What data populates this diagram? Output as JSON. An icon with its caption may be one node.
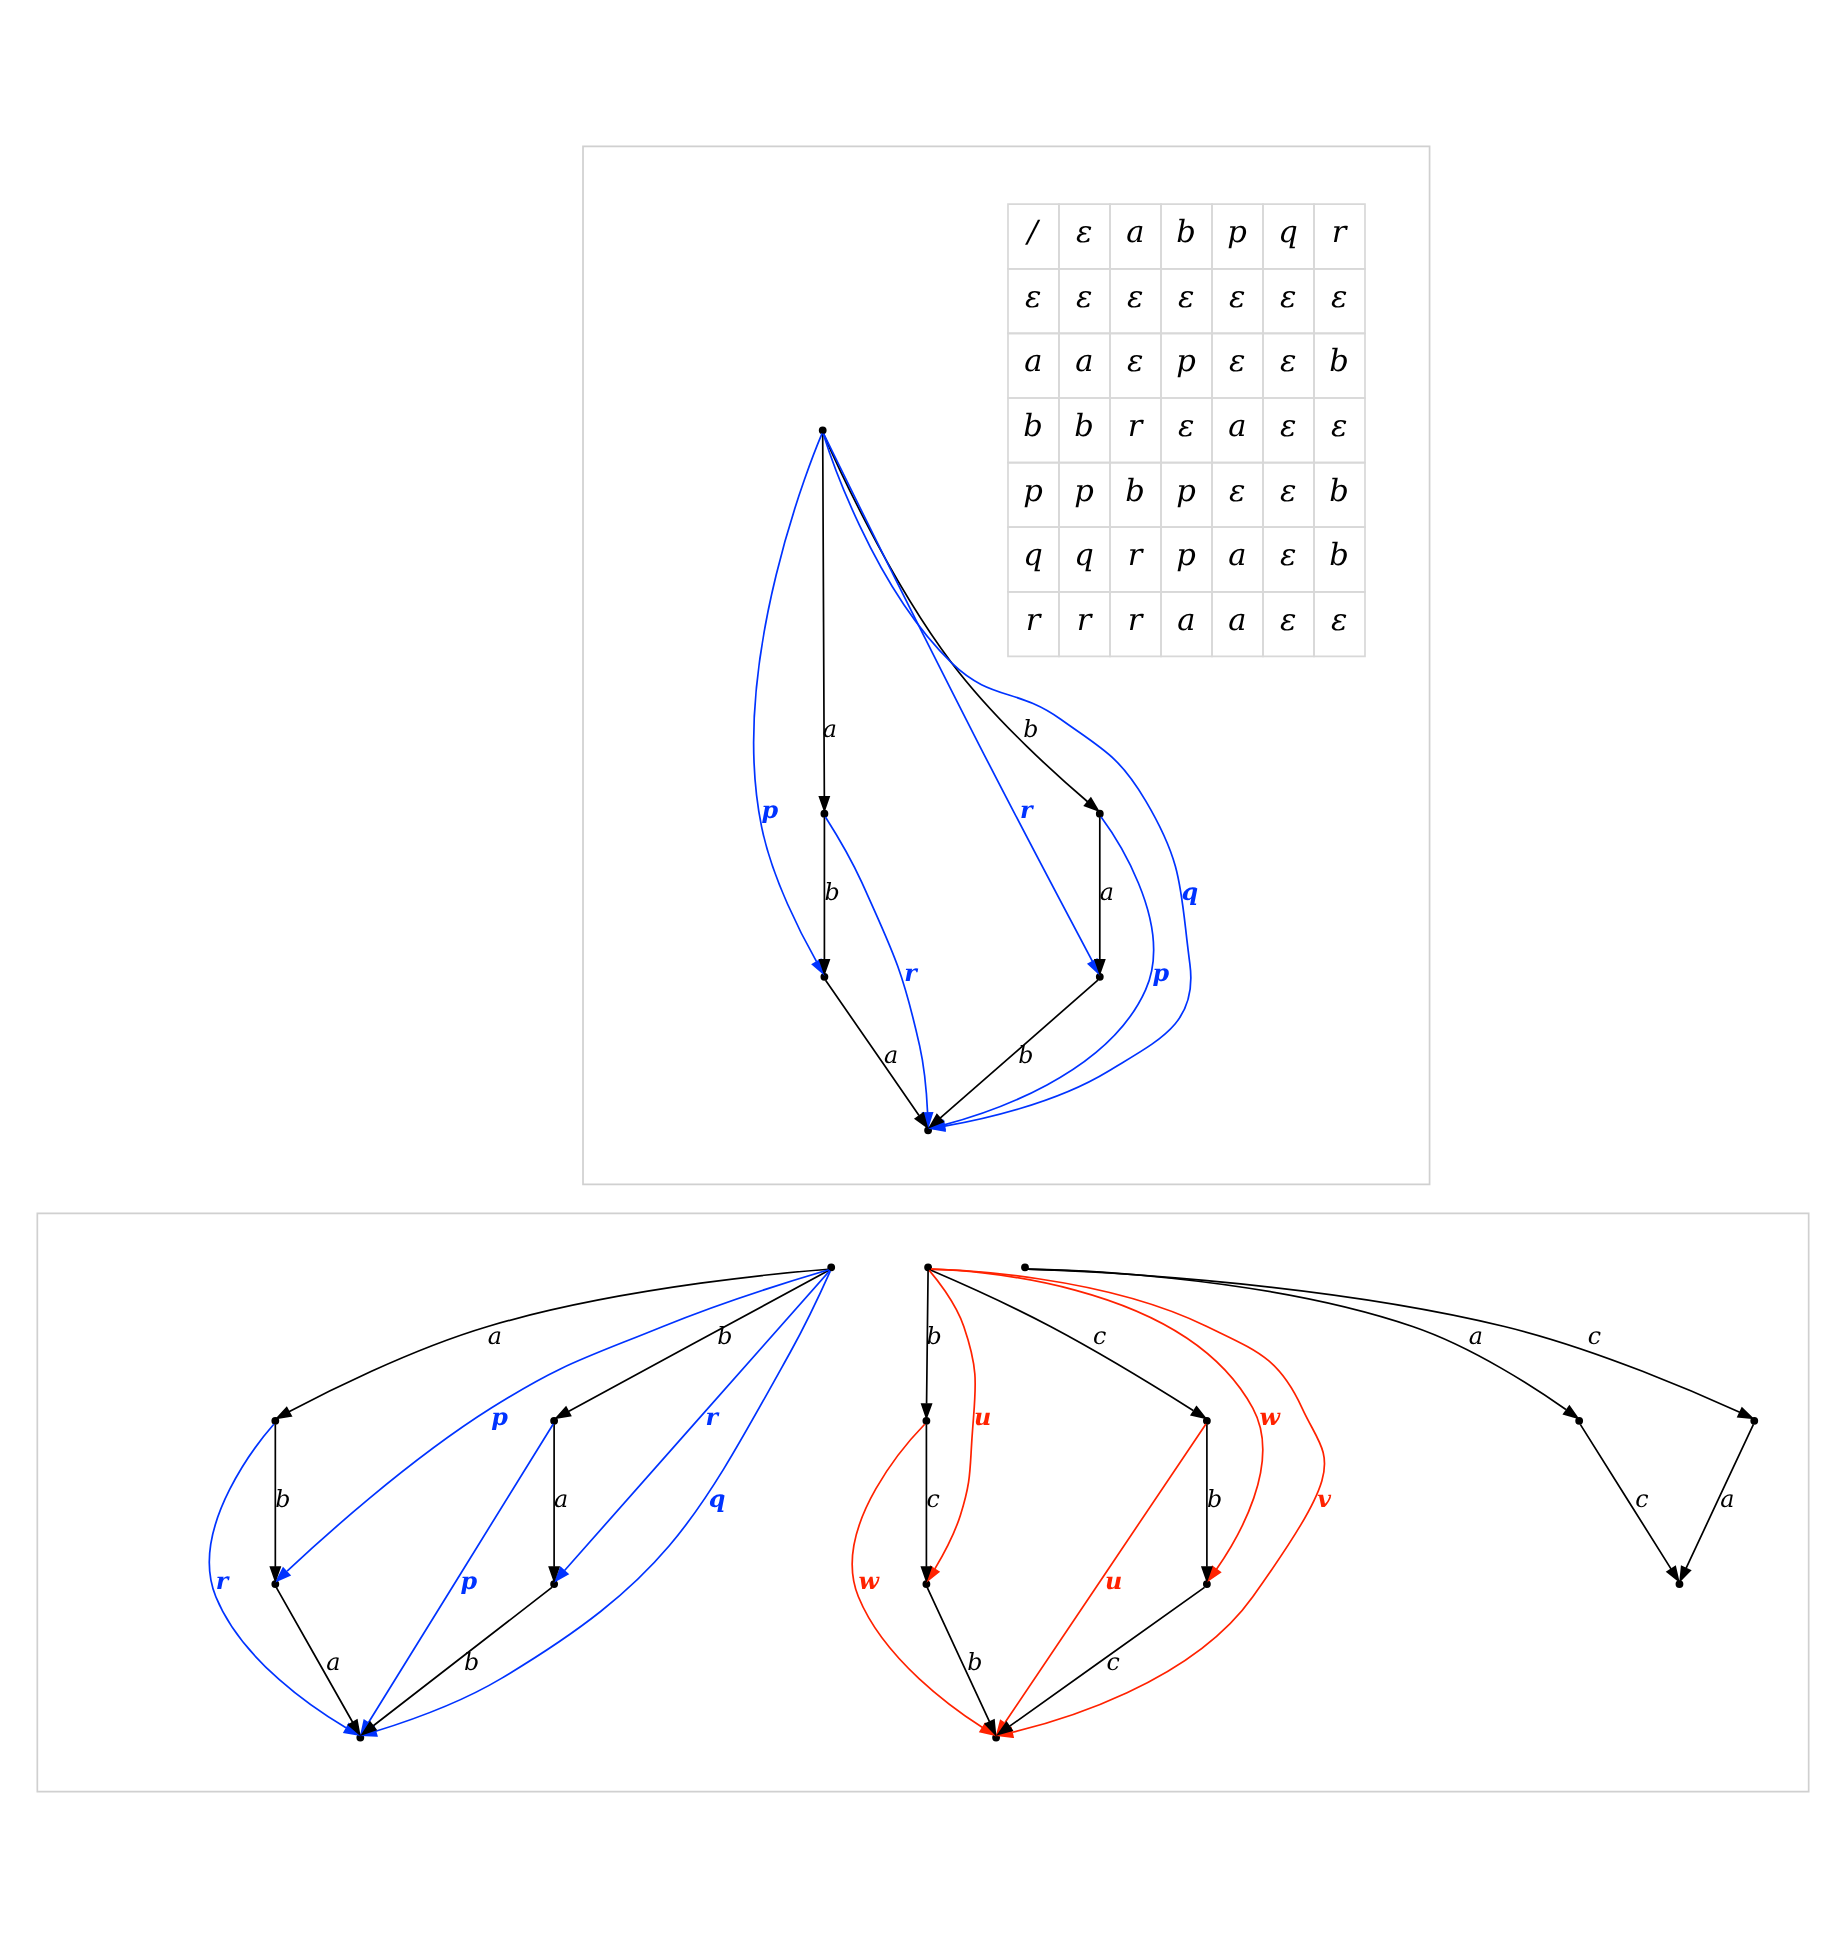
{
  "diagram": {
    "nodes": [
      {
        "text": [],
        "shape": "box"
      },
      {
        "text": [],
        "shape": "point",
        "in": 0
      },
      {
        "text": [],
        "shape": "point",
        "in": 0
      },
      {
        "text": [],
        "shape": "point",
        "in": 0
      },
      {
        "text": [],
        "shape": "point",
        "in": 0
      },
      {
        "text": [],
        "shape": "point",
        "in": 0
      },
      {
        "text": [],
        "shape": "point",
        "in": 0
      },
      {
        "text": [],
        "shape": "box"
      },
      {
        "text": [],
        "shape": "point",
        "in": 7
      },
      {
        "text": [],
        "shape": "point",
        "in": 7
      },
      {
        "text": [],
        "shape": "point",
        "in": 7
      },
      {
        "text": [],
        "shape": "point",
        "in": 7
      },
      {
        "text": [],
        "shape": "point",
        "in": 7
      },
      {
        "text": [],
        "shape": "point",
        "in": 7
      },
      {
        "text": [],
        "shape": "point",
        "in": 7
      },
      {
        "text": [],
        "shape": "point",
        "in": 7
      },
      {
        "text": [],
        "shape": "point",
        "in": 7
      },
      {
        "text": [],
        "shape": "point",
        "in": 7
      },
      {
        "text": [],
        "shape": "point",
        "in": 7
      },
      {
        "text": [],
        "shape": "point",
        "in": 7
      },
      {
        "text": [],
        "shape": "point",
        "in": 7
      },
      {
        "text": [],
        "shape": "point",
        "in": 7
      },
      {
        "text": [],
        "shape": "point",
        "in": 7
      },
      {
        "text": [],
        "shape": "point",
        "in": 7
      }
    ],
    "edges": [
      {
        "from": 1,
        "to": 2,
        "arrow": "to",
        "label": "a"
      },
      {
        "from": 1,
        "to": 3,
        "arrow": "to",
        "label": "b"
      },
      {
        "from": 2,
        "to": 4,
        "arrow": "to",
        "label": "b"
      },
      {
        "from": 3,
        "to": 5,
        "arrow": "to",
        "label": "a"
      },
      {
        "from": 4,
        "to": 6,
        "arrow": "to",
        "label": "a"
      },
      {
        "from": 5,
        "to": 6,
        "arrow": "to",
        "label": "b"
      },
      {
        "from": 1,
        "to": 4,
        "arrow": "to",
        "label": "p",
        "color": "#0033ff"
      },
      {
        "from": 2,
        "to": 6,
        "arrow": "to",
        "label": "r",
        "color": "#0033ff"
      },
      {
        "from": 1,
        "to": 6,
        "arrow": "to",
        "label": "q",
        "color": "#0033ff"
      },
      {
        "from": 1,
        "to": 5,
        "arrow": "to",
        "label": "r",
        "color": "#0033ff"
      },
      {
        "from": 3,
        "to": 6,
        "arrow": "to",
        "label": "p",
        "color": "#0033ff"
      },
      {
        "from": 8,
        "to": 9,
        "arrow": "to",
        "label": "a"
      },
      {
        "from": 8,
        "to": 10,
        "arrow": "to",
        "label": "b"
      },
      {
        "from": 9,
        "to": 11,
        "arrow": "to",
        "label": "b"
      },
      {
        "from": 10,
        "to": 12,
        "arrow": "to",
        "label": "a"
      },
      {
        "from": 11,
        "to": 13,
        "arrow": "to",
        "label": "a"
      },
      {
        "from": 12,
        "to": 13,
        "arrow": "to",
        "label": "b"
      },
      {
        "from": 8,
        "to": 11,
        "arrow": "to",
        "label": "p",
        "color": "#0033ff"
      },
      {
        "from": 9,
        "to": 13,
        "arrow": "to",
        "label": "r",
        "color": "#0033ff"
      },
      {
        "from": 8,
        "to": 13,
        "arrow": "to",
        "label": "q",
        "color": "#0033ff"
      },
      {
        "from": 8,
        "to": 12,
        "arrow": "to",
        "label": "r",
        "color": "#0033ff"
      },
      {
        "from": 10,
        "to": 13,
        "arrow": "to",
        "label": "p",
        "color": "#0033ff"
      },
      {
        "from": 14,
        "to": 15,
        "arrow": "to",
        "label": "b"
      },
      {
        "from": 14,
        "to": 16,
        "arrow": "to",
        "label": "c"
      },
      {
        "from": 15,
        "to": 17,
        "arrow": "to",
        "label": "c"
      },
      {
        "from": 16,
        "to": 18,
        "arrow": "to",
        "label": "b"
      },
      {
        "from": 17,
        "to": 19,
        "arrow": "to",
        "label": "b"
      },
      {
        "from": 18,
        "to": 19,
        "arrow": "to",
        "label": "c"
      },
      {
        "from": 14,
        "to": 17,
        "arrow": "to",
        "label": "u",
        "color": "#ff2200"
      },
      {
        "from": 15,
        "to": 19,
        "arrow": "to",
        "label": "w",
        "color": "#ff2200"
      },
      {
        "from": 14,
        "to": 19,
        "arrow": "to",
        "label": "v",
        "color": "#ff2200"
      },
      {
        "from": 14,
        "to": 18,
        "arrow": "to",
        "label": "w",
        "color": "#ff2200"
      },
      {
        "from": 16,
        "to": 19,
        "arrow": "to",
        "label": "u",
        "color": "#ff2200"
      },
      {
        "from": 20,
        "to": 21,
        "arrow": "to",
        "label": "a"
      },
      {
        "from": 20,
        "to": 22,
        "arrow": "to",
        "label": "c"
      },
      {
        "from": 21,
        "to": 23,
        "arrow": "to",
        "label": "c"
      },
      {
        "from": 22,
        "to": 23,
        "arrow": "to",
        "label": "a"
      }
    ],
    "labels": [
      "/",
      "ε",
      "a",
      "b",
      "p",
      "q",
      "r",
      "ε",
      "ε",
      "ε",
      "ε",
      "ε",
      "ε",
      "ε",
      "a",
      "a",
      "ε",
      "p",
      "ε",
      "ε",
      "b",
      "b",
      "b",
      "r",
      "ε",
      "a",
      "ε",
      "ε",
      "p",
      "p",
      "b",
      "p",
      "ε",
      "ε",
      "b",
      "q",
      "q",
      "r",
      "p",
      "a",
      "ε",
      "b",
      "r",
      "r",
      "r",
      "a",
      "a",
      "ε",
      "ε"
    ]
  }
}
